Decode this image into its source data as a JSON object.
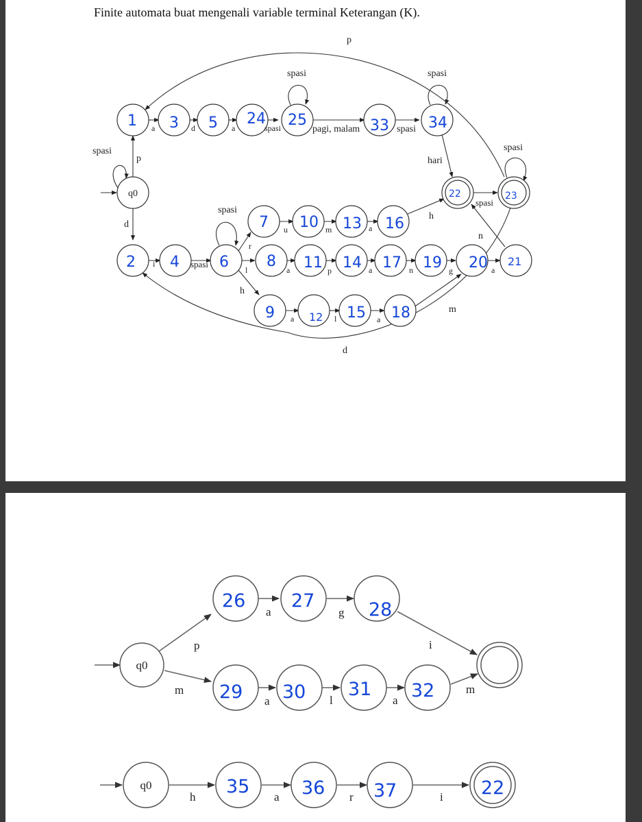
{
  "title": "Finite automata buat mengenali variable terminal Keterangan (K).",
  "diagram1": {
    "states": {
      "q0": "q0",
      "s1": "1",
      "s2": "2",
      "s3": "3",
      "s4": "4",
      "s5": "5",
      "s6": "6",
      "s7": "7",
      "s8": "8",
      "s9": "9",
      "s10": "10",
      "s11": "11",
      "s12": "12",
      "s13": "13",
      "s14": "14",
      "s15": "15",
      "s16": "16",
      "s17": "17",
      "s18": "18",
      "s19": "19",
      "s20": "20",
      "s21": "21",
      "s22": "22",
      "s23": "23",
      "s24": "24",
      "s25": "25",
      "s33": "33",
      "s34": "34"
    },
    "labels": {
      "p_top": "p",
      "spasi_25": "spasi",
      "spasi_34": "spasi",
      "spasi_q0": "spasi",
      "spasi_23": "spasi",
      "spasi_6": "spasi",
      "p_q0": "p",
      "d_q0": "d",
      "a_1_3": "a",
      "d_3_5": "d",
      "a_5_24": "a",
      "spasi_24_25": "spasi",
      "pagi_malam": "pagi, malam",
      "spasi_33_34": "spasi",
      "hari": "hari",
      "spasi_22_23": "spasi",
      "i_2_4": "i",
      "spasi_4_6": "spasi",
      "u": "u",
      "m_10_13": "m",
      "a_13_16": "a",
      "h_16_22": "h",
      "r": "r",
      "l_6_8": "l",
      "a_8_11": "a",
      "p_11_14": "p",
      "a_14_17": "a",
      "n_17_19": "n",
      "g_19_20": "g",
      "a_20_21": "a",
      "n_21_22": "n",
      "h_6_9": "h",
      "a_9_12": "a",
      "l_12_15": "l",
      "a_15_18": "a",
      "m_18_20": "m",
      "d_bottom": "d"
    }
  },
  "diagram2": {
    "states": {
      "q0a": "q0",
      "q0b": "q0",
      "s26": "26",
      "s27": "27",
      "s28": "28",
      "s29": "29",
      "s30": "30",
      "s31": "31",
      "s32": "32",
      "s35": "35",
      "s36": "36",
      "s37": "37",
      "s22": "22"
    },
    "labels": {
      "p": "p",
      "a_26_27": "a",
      "g_27_28": "g",
      "i_28_f": "i",
      "m_q0_29": "m",
      "a_29_30": "a",
      "l_30_31": "l",
      "a_31_32": "a",
      "m_32_f": "m",
      "h": "h",
      "a_35_36": "a",
      "r": "r",
      "i_37_22": "i"
    }
  }
}
